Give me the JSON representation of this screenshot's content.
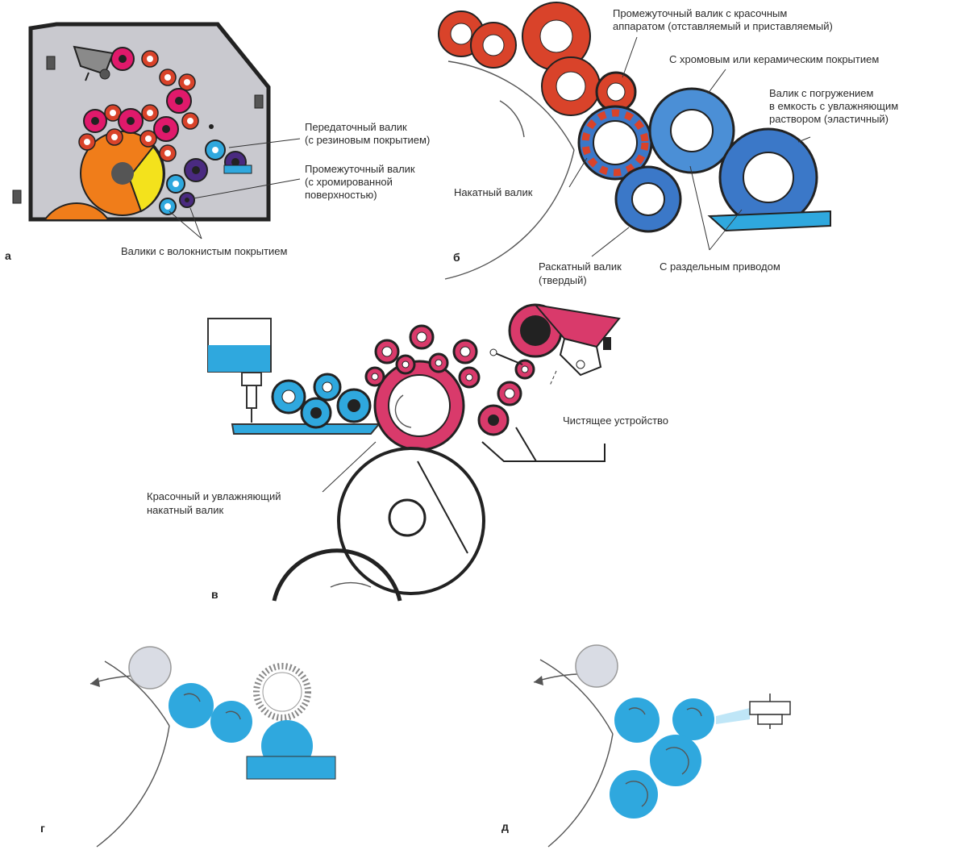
{
  "colors": {
    "ink": "#e0196b",
    "ink_ring": "#d93a6b",
    "red_roller": "#d9432a",
    "water": "#2fa8de",
    "blue_roller": "#3b78c8",
    "chrome_blue": "#4b8fd6",
    "orange": "#f07d1a",
    "yellow": "#f3e21c",
    "purple": "#4a2a80",
    "grey_frame": "#c9c9cf",
    "light_grey": "#d9dce4"
  },
  "panels": {
    "a": {
      "tag": "а",
      "labels": {
        "transfer_roller": [
          "Передаточный валик",
          "(с резиновым покрытием)"
        ],
        "intermediate_roller": [
          "Промежуточный валик",
          "(с хромированной",
          "поверхностью)"
        ],
        "fibrous_rollers": "Валики с волокнистым покрытием"
      }
    },
    "b": {
      "tag": "б",
      "labels": {
        "intermediate_ink": [
          "Промежуточный валик с красочным",
          "аппаратом (отставляемый и приставляемый)"
        ],
        "chrome_ceramic": "С хромовым или керамическим покрытием",
        "immersion_roller": [
          "Валик с погружением",
          "в емкость с увлажняющим",
          "раствором (эластичный)"
        ],
        "form_roller": "Накатный валик",
        "distributor_roller": [
          "Раскатный валик",
          "(твердый)"
        ],
        "separate_drive": "С раздельным приводом"
      }
    },
    "v": {
      "tag": "в",
      "labels": {
        "cleaning_device": "Чистящее устройство",
        "ink_damp_roller": [
          "Красочный и увлажняющий",
          "накатный валик"
        ]
      }
    },
    "g": {
      "tag": "г"
    },
    "d": {
      "tag": "д"
    }
  }
}
